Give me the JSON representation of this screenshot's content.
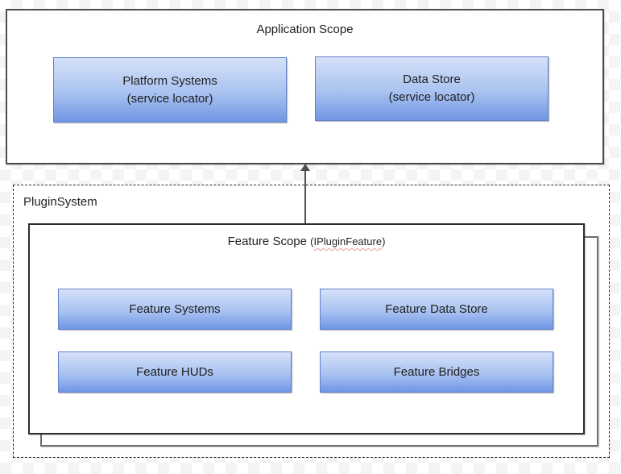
{
  "colors": {
    "blue_box_gradient_top": "#d6e1f9",
    "blue_box_gradient_bottom": "#7096e5",
    "blue_box_border": "#6082cc",
    "spellcheck_underline_red": "#ec9a93",
    "container_border_dark": "#4c4c4c",
    "checkerboard_gray": "#f4f4f4"
  },
  "application_scope": {
    "title": "Application Scope",
    "platform_systems": {
      "line1": "Platform Systems",
      "line2": "(service locator)"
    },
    "data_store": {
      "line1": "Data Store",
      "line2": "(service locator)"
    }
  },
  "plugin_system": {
    "title": "PluginSystem",
    "feature_scope": {
      "title": "Feature Scope",
      "annotation": {
        "open": "(",
        "text": "IPluginFeature",
        "close": ")"
      },
      "feature_systems": "Feature Systems",
      "feature_data_store": "Feature Data Store",
      "feature_huds": "Feature HUDs",
      "feature_bridges": "Feature Bridges"
    }
  }
}
